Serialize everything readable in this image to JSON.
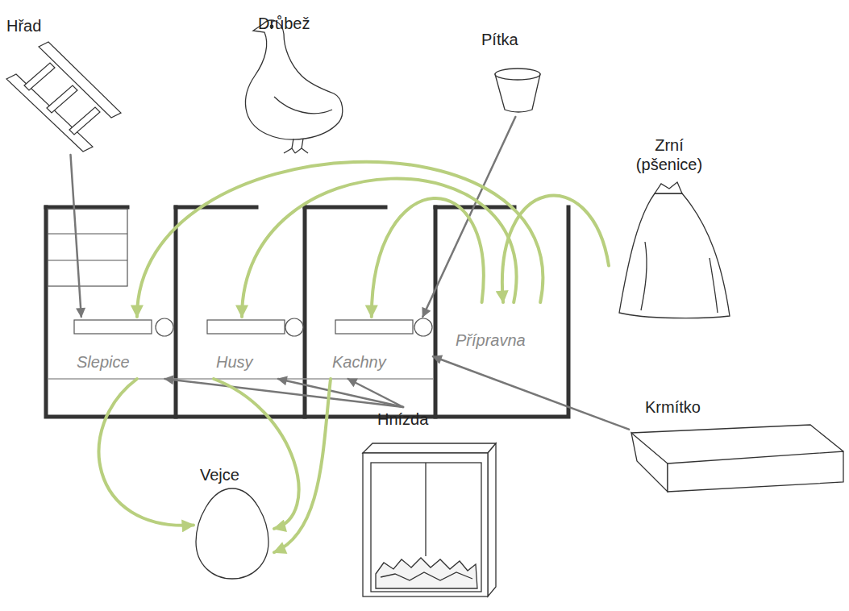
{
  "diagram": {
    "nodes": [
      {
        "text": [
          "Hřad"
        ]
      },
      {
        "text": [
          "Drůbež"
        ]
      },
      {
        "text": [
          "Pítka"
        ]
      },
      {
        "text": [
          "Zrní (pšenice)"
        ]
      },
      {
        "text": [
          "Slepice"
        ]
      },
      {
        "text": [
          "Husy"
        ]
      },
      {
        "text": [
          "Kachny"
        ]
      },
      {
        "text": [
          "Přípravna"
        ]
      },
      {
        "text": [
          "Krmítko"
        ]
      },
      {
        "text": [
          "Vejce"
        ]
      },
      {
        "text": [
          "Hnízda"
        ]
      }
    ],
    "edges": [
      {
        "from": 0,
        "to": 4,
        "arrow": "to"
      },
      {
        "from": 2,
        "to": 6,
        "arrow": "to"
      },
      {
        "from": 8,
        "to": 6,
        "arrow": "to"
      },
      {
        "from": 10,
        "to": 4,
        "arrow": "to"
      },
      {
        "from": 10,
        "to": 5,
        "arrow": "to"
      },
      {
        "from": 10,
        "to": 6,
        "arrow": "to"
      },
      {
        "from": 3,
        "to": 7,
        "arrow": "to"
      },
      {
        "from": 7,
        "to": 4,
        "arrow": "to"
      },
      {
        "from": 7,
        "to": 5,
        "arrow": "to"
      },
      {
        "from": 7,
        "to": 6,
        "arrow": "to"
      },
      {
        "from": 4,
        "to": 9,
        "arrow": "to"
      },
      {
        "from": 5,
        "to": 9,
        "arrow": "to"
      },
      {
        "from": 6,
        "to": 9,
        "arrow": "to"
      }
    ]
  }
}
